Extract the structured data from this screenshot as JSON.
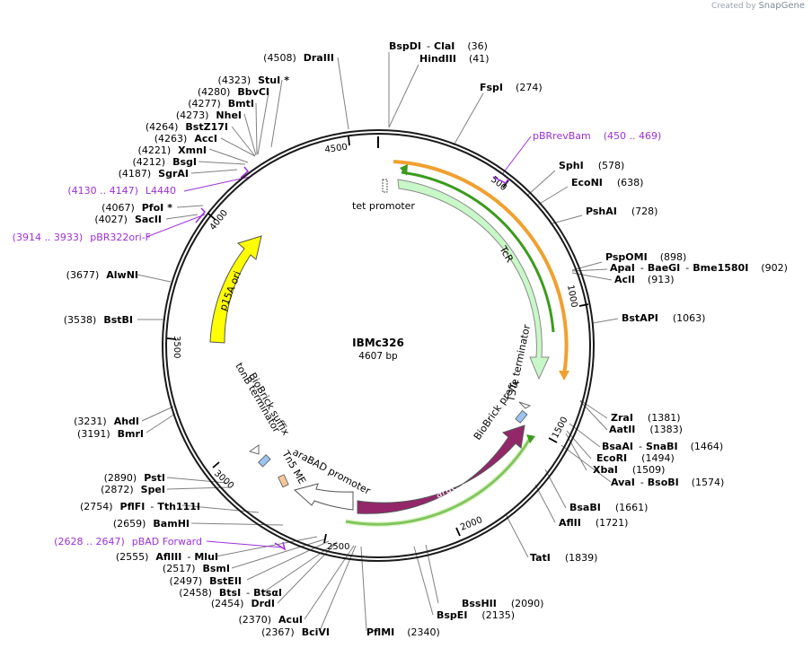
{
  "branding": {
    "created_by": "Created by",
    "app": "SnapGene"
  },
  "plasmid": {
    "name": "IBMc326",
    "length_label": "4607 bp",
    "length": 4607
  },
  "colors": {
    "backbone": "#1a1a1a",
    "primer": "#9b30d9",
    "enzyme_line": "#808080",
    "tcr": "#c8f7c8",
    "p15a": "#ffff00",
    "arac": "#93276a",
    "promoter": "#ffffff",
    "orange": "#f0a030",
    "green": "#3c9b1e",
    "small_blue": "#9cc4f0",
    "small_orange": "#f7c79c"
  },
  "ticks": [
    "500",
    "1000",
    "1500",
    "2000",
    "2500",
    "3000",
    "3500",
    "4000",
    "4500"
  ],
  "enzymes": [
    {
      "name": "BspDI",
      "name2": "ClaI",
      "pos": "(36)"
    },
    {
      "name": "HindIII",
      "pos": "(41)"
    },
    {
      "name": "FspI",
      "pos": "(274)"
    },
    {
      "name": "SphI",
      "pos": "(578)"
    },
    {
      "name": "EcoNI",
      "pos": "(638)"
    },
    {
      "name": "PshAI",
      "pos": "(728)"
    },
    {
      "name": "PspOMI",
      "pos": "(898)"
    },
    {
      "name": "ApaI",
      "name2": "BaeGI",
      "name3": "Bme1580I",
      "pos": "(902)"
    },
    {
      "name": "AclI",
      "pos": "(913)"
    },
    {
      "name": "BstAPI",
      "pos": "(1063)"
    },
    {
      "name": "ZraI",
      "pos": "(1381)"
    },
    {
      "name": "AatII",
      "pos": "(1383)"
    },
    {
      "name": "BsaAI",
      "name2": "SnaBI",
      "pos": "(1464)"
    },
    {
      "name": "EcoRI",
      "pos": "(1494)"
    },
    {
      "name": "XbaI",
      "pos": "(1509)"
    },
    {
      "name": "AvaI",
      "name2": "BsoBI",
      "pos": "(1574)"
    },
    {
      "name": "BsaBI",
      "pos": "(1661)"
    },
    {
      "name": "AflII",
      "pos": "(1721)"
    },
    {
      "name": "TatI",
      "pos": "(1839)"
    },
    {
      "name": "BssHII",
      "pos": "(2090)"
    },
    {
      "name": "BspEI",
      "pos": "(2135)"
    },
    {
      "name": "PflMI",
      "pos": "(2340)"
    },
    {
      "name": "BciVI",
      "pos": "(2367)"
    },
    {
      "name": "AcuI",
      "pos": "(2370)"
    },
    {
      "name": "DrdI",
      "pos": "(2454)"
    },
    {
      "name": "BtsI",
      "name2": "BtsαI",
      "pos": "(2458)"
    },
    {
      "name": "BstEII",
      "pos": "(2497)"
    },
    {
      "name": "BsmI",
      "pos": "(2517)"
    },
    {
      "name": "AflIII",
      "name2": "MluI",
      "pos": "(2555)"
    },
    {
      "name": "BamHI",
      "pos": "(2659)"
    },
    {
      "name": "PflFI",
      "name2": "Tth111I",
      "pos": "(2754)"
    },
    {
      "name": "SpeI",
      "pos": "(2872)"
    },
    {
      "name": "PstI",
      "pos": "(2890)"
    },
    {
      "name": "BmrI",
      "pos": "(3191)"
    },
    {
      "name": "AhdI",
      "pos": "(3231)"
    },
    {
      "name": "BstBI",
      "pos": "(3538)"
    },
    {
      "name": "AlwNI",
      "pos": "(3677)"
    },
    {
      "name": "SacII",
      "pos": "(4027)"
    },
    {
      "name": "PfoI",
      "star": "*",
      "pos": "(4067)"
    },
    {
      "name": "SgrAI",
      "pos": "(4187)"
    },
    {
      "name": "BsgI",
      "pos": "(4212)"
    },
    {
      "name": "XmnI",
      "pos": "(4221)"
    },
    {
      "name": "AccI",
      "pos": "(4263)"
    },
    {
      "name": "BstZ17I",
      "pos": "(4264)"
    },
    {
      "name": "NheI",
      "pos": "(4273)"
    },
    {
      "name": "BmtI",
      "pos": "(4277)"
    },
    {
      "name": "BbvCI",
      "pos": "(4280)"
    },
    {
      "name": "StuI",
      "star": "*",
      "pos": "(4323)"
    },
    {
      "name": "DraIII",
      "pos": "(4508)"
    }
  ],
  "primers": [
    {
      "name": "pBRrevBam",
      "range": "(450 .. 469)"
    },
    {
      "name": "L4440",
      "range": "(4130 .. 4147)"
    },
    {
      "name": "pBR322ori-F",
      "range": "(3914 .. 3933)"
    },
    {
      "name": "pBAD Forward",
      "range": "(2628 .. 2647)"
    }
  ],
  "features": [
    {
      "name": "tet promoter"
    },
    {
      "name": "TcR"
    },
    {
      "name": "T3Te terminator"
    },
    {
      "name": "BioBrick prefix"
    },
    {
      "name": "araC"
    },
    {
      "name": "araBAD promoter"
    },
    {
      "name": "Tn5 ME"
    },
    {
      "name": "BioBrick suffix"
    },
    {
      "name": "tonB terminator"
    },
    {
      "name": "p15A ori"
    }
  ]
}
